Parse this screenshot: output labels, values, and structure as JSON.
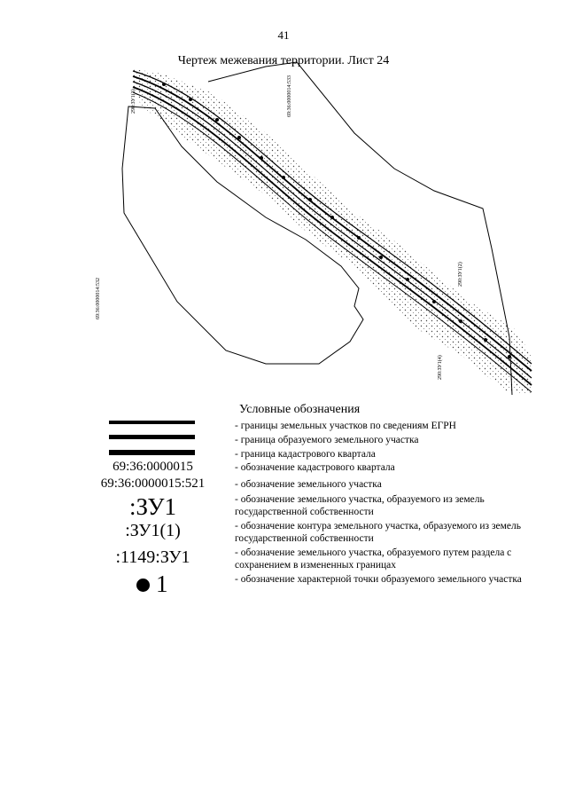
{
  "page_number": "41",
  "title": "Чертеж межевания территории. Лист 24",
  "map": {
    "cadastral_quarters": [
      "69:36:0000014:533",
      "69:36:0000014:532"
    ],
    "parcel_labels": [
      "290:ЗУ1(3)",
      "290:ЗУ1(2)",
      "290:ЗУ1(4)"
    ]
  },
  "legend": {
    "title": "Условные обозначения",
    "items": [
      "- границы земельных участков по сведениям ЕГРН",
      "- граница образуемого земельного участка",
      "- граница кадастрового квартала",
      "- обозначение кадастрового квартала",
      "- обозначение земельного участка",
      "- обозначение земельного участка, образуемого из земель государственной собственности",
      "- обозначение контура земельного участка, образуемого из земель государственной собственности",
      "- обозначение земельного участка, образуемого путем раздела с сохранением в измененных границах",
      "- обозначение характерной точки образуемого земельного участка"
    ],
    "symbols": {
      "quarter_code": "69:36:0000015",
      "parcel_code": "69:36:0000015:521",
      "new_parcel": ":ЗУ1",
      "new_contour": ":ЗУ1(1)",
      "split_parcel": ":1149:ЗУ1",
      "point_number": "1"
    }
  }
}
